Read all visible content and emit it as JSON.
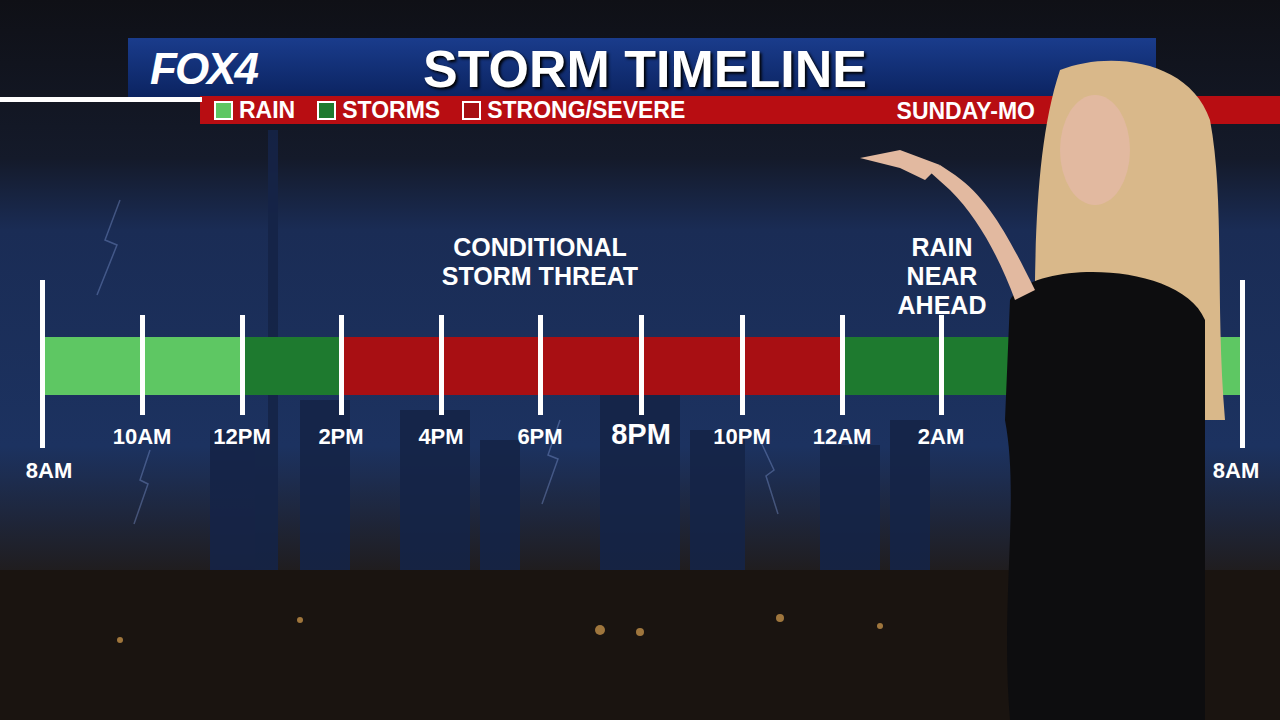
{
  "diagram": {
    "title": "STORM TIMELINE",
    "labels": [
      "FOX4",
      "SUNDAY-MO",
      "CONDITIONAL STORM THREAT",
      "RAIN NEAR AHEAD",
      "8AM",
      "10AM",
      "12PM",
      "2PM",
      "4PM",
      "6PM",
      "8PM",
      "10PM",
      "12AM",
      "2AM",
      "8AM"
    ],
    "legend": [
      {
        "text": "RAIN",
        "color": "#5ec763"
      },
      {
        "text": "STORMS",
        "color": "#1e7a2f"
      },
      {
        "text": "STRONG/SEVERE",
        "color": "#a80f13"
      }
    ]
  }
}
